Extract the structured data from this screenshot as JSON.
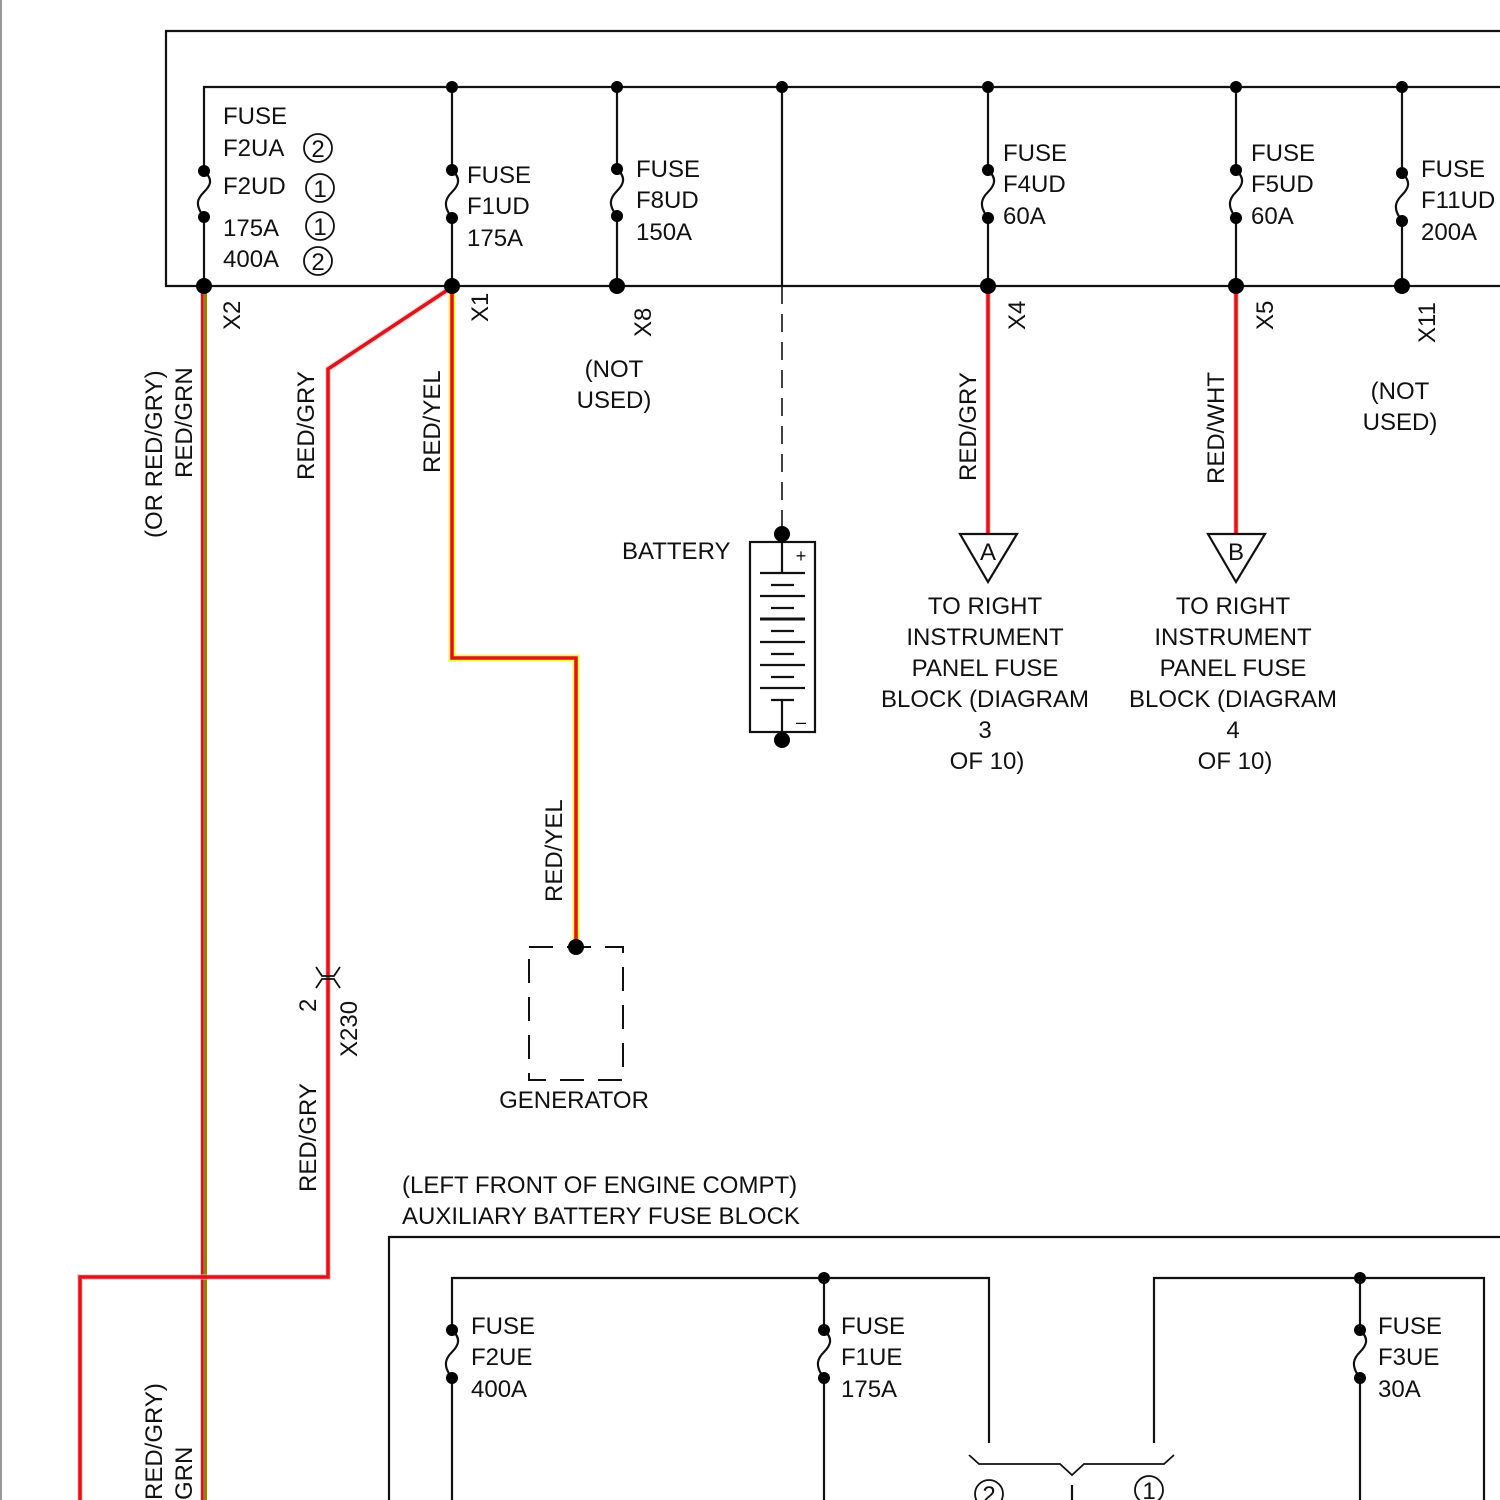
{
  "diagram": {
    "upper_block": {
      "fuses": [
        {
          "id": "f2ua-f2ud",
          "lines": [
            "FUSE",
            "F2UA",
            "F2UD",
            "175A",
            "400A"
          ],
          "badges": [
            "2",
            "1",
            "1",
            "2"
          ]
        },
        {
          "id": "f1ud",
          "lines": [
            "FUSE",
            "F1UD",
            "175A"
          ]
        },
        {
          "id": "f8ud",
          "lines": [
            "FUSE",
            "F8UD",
            "150A"
          ]
        },
        {
          "id": "f4ud",
          "lines": [
            "FUSE",
            "F4UD",
            "60A"
          ]
        },
        {
          "id": "f5ud",
          "lines": [
            "FUSE",
            "F5UD",
            "60A"
          ]
        },
        {
          "id": "f11ud",
          "lines": [
            "FUSE",
            "F11UD",
            "200A"
          ]
        }
      ],
      "terminals": [
        "X2",
        "X1",
        "X8",
        "X4",
        "X5",
        "X11"
      ]
    },
    "wires": {
      "x2_main": "RED/GRN",
      "x2_alt": "(OR RED/GRY)",
      "x1_branch": "RED/GRY",
      "x1_main": "RED/YEL",
      "gen_wire": "RED/YEL",
      "x4": "RED/GRY",
      "x5": "RED/WHT",
      "x230_lower": "RED/GRY",
      "bottom_main": "GRN",
      "bottom_alt": "RED/GRY)"
    },
    "not_used": [
      "(NOT",
      "USED)"
    ],
    "battery": {
      "label": "BATTERY",
      "plus": "+",
      "minus": "–"
    },
    "generator": {
      "label": "GENERATOR"
    },
    "connector_x230": {
      "pin": "2",
      "name": "X230"
    },
    "refs": [
      {
        "letter": "A",
        "lines": [
          "TO RIGHT",
          "INSTRUMENT",
          "PANEL FUSE",
          "BLOCK (DIAGRAM",
          "3",
          "OF 10)"
        ]
      },
      {
        "letter": "B",
        "lines": [
          "TO RIGHT",
          "INSTRUMENT",
          "PANEL FUSE",
          "BLOCK (DIAGRAM",
          "4",
          "OF 10)"
        ]
      }
    ],
    "lower_block": {
      "location": "(LEFT FRONT OF ENGINE COMPT)",
      "title": "AUXILIARY BATTERY FUSE BLOCK",
      "fuses": [
        {
          "id": "f2ue",
          "lines": [
            "FUSE",
            "F2UE",
            "400A"
          ]
        },
        {
          "id": "f1ue",
          "lines": [
            "FUSE",
            "F1UE",
            "175A"
          ]
        },
        {
          "id": "f3ue",
          "lines": [
            "FUSE",
            "F3UE",
            "30A"
          ]
        }
      ],
      "options": [
        "2",
        "1"
      ]
    },
    "colors": {
      "wire_red": "#d9161c",
      "wire_yellow": "#f7f24a",
      "wire_green": "#9a7a1d"
    }
  }
}
